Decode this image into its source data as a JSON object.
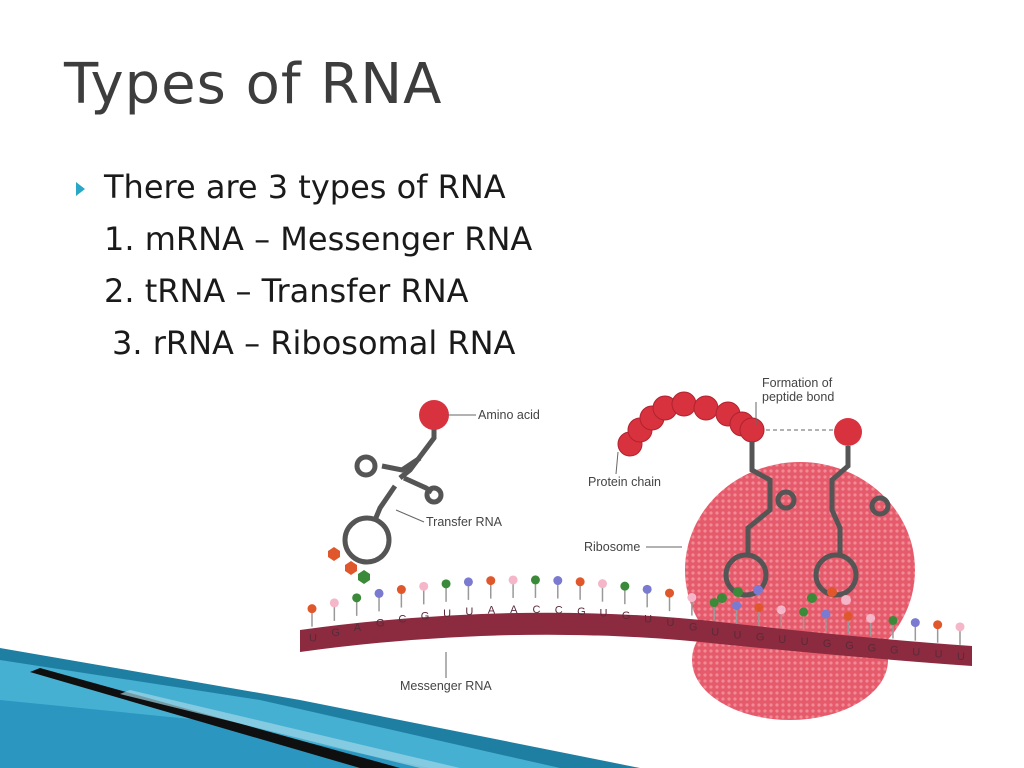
{
  "slide": {
    "title": "Types of RNA",
    "bullet_intro": "There are 3 types of RNA",
    "items": [
      "1.  mRNA – Messenger RNA",
      "2.  tRNA – Transfer RNA",
      "3.  rRNA – Ribosomal RNA"
    ]
  },
  "figure": {
    "labels": {
      "amino_acid": "Amino acid",
      "transfer_rna": "Transfer RNA",
      "protein_chain": "Protein chain",
      "ribosome": "Ribosome",
      "peptide_line1": "Formation of",
      "peptide_line2": "peptide bond",
      "messenger_rna": "Messenger RNA"
    },
    "mrna_bases": [
      "U",
      "G",
      "A",
      "G",
      "C",
      "G",
      "U",
      "U",
      "A",
      "A",
      "C",
      "C",
      "G",
      "U",
      "G",
      "U",
      "U",
      "G",
      "U",
      "U",
      "G",
      "U",
      "U",
      "G",
      "G",
      "G",
      "G",
      "U",
      "U",
      "U"
    ]
  },
  "colors": {
    "accent": "#2aa7c6",
    "title": "#3d3d3d",
    "ribosome": "#e0566a",
    "amino": "#d8323f",
    "mrna_strand": "#8c2b3f"
  }
}
